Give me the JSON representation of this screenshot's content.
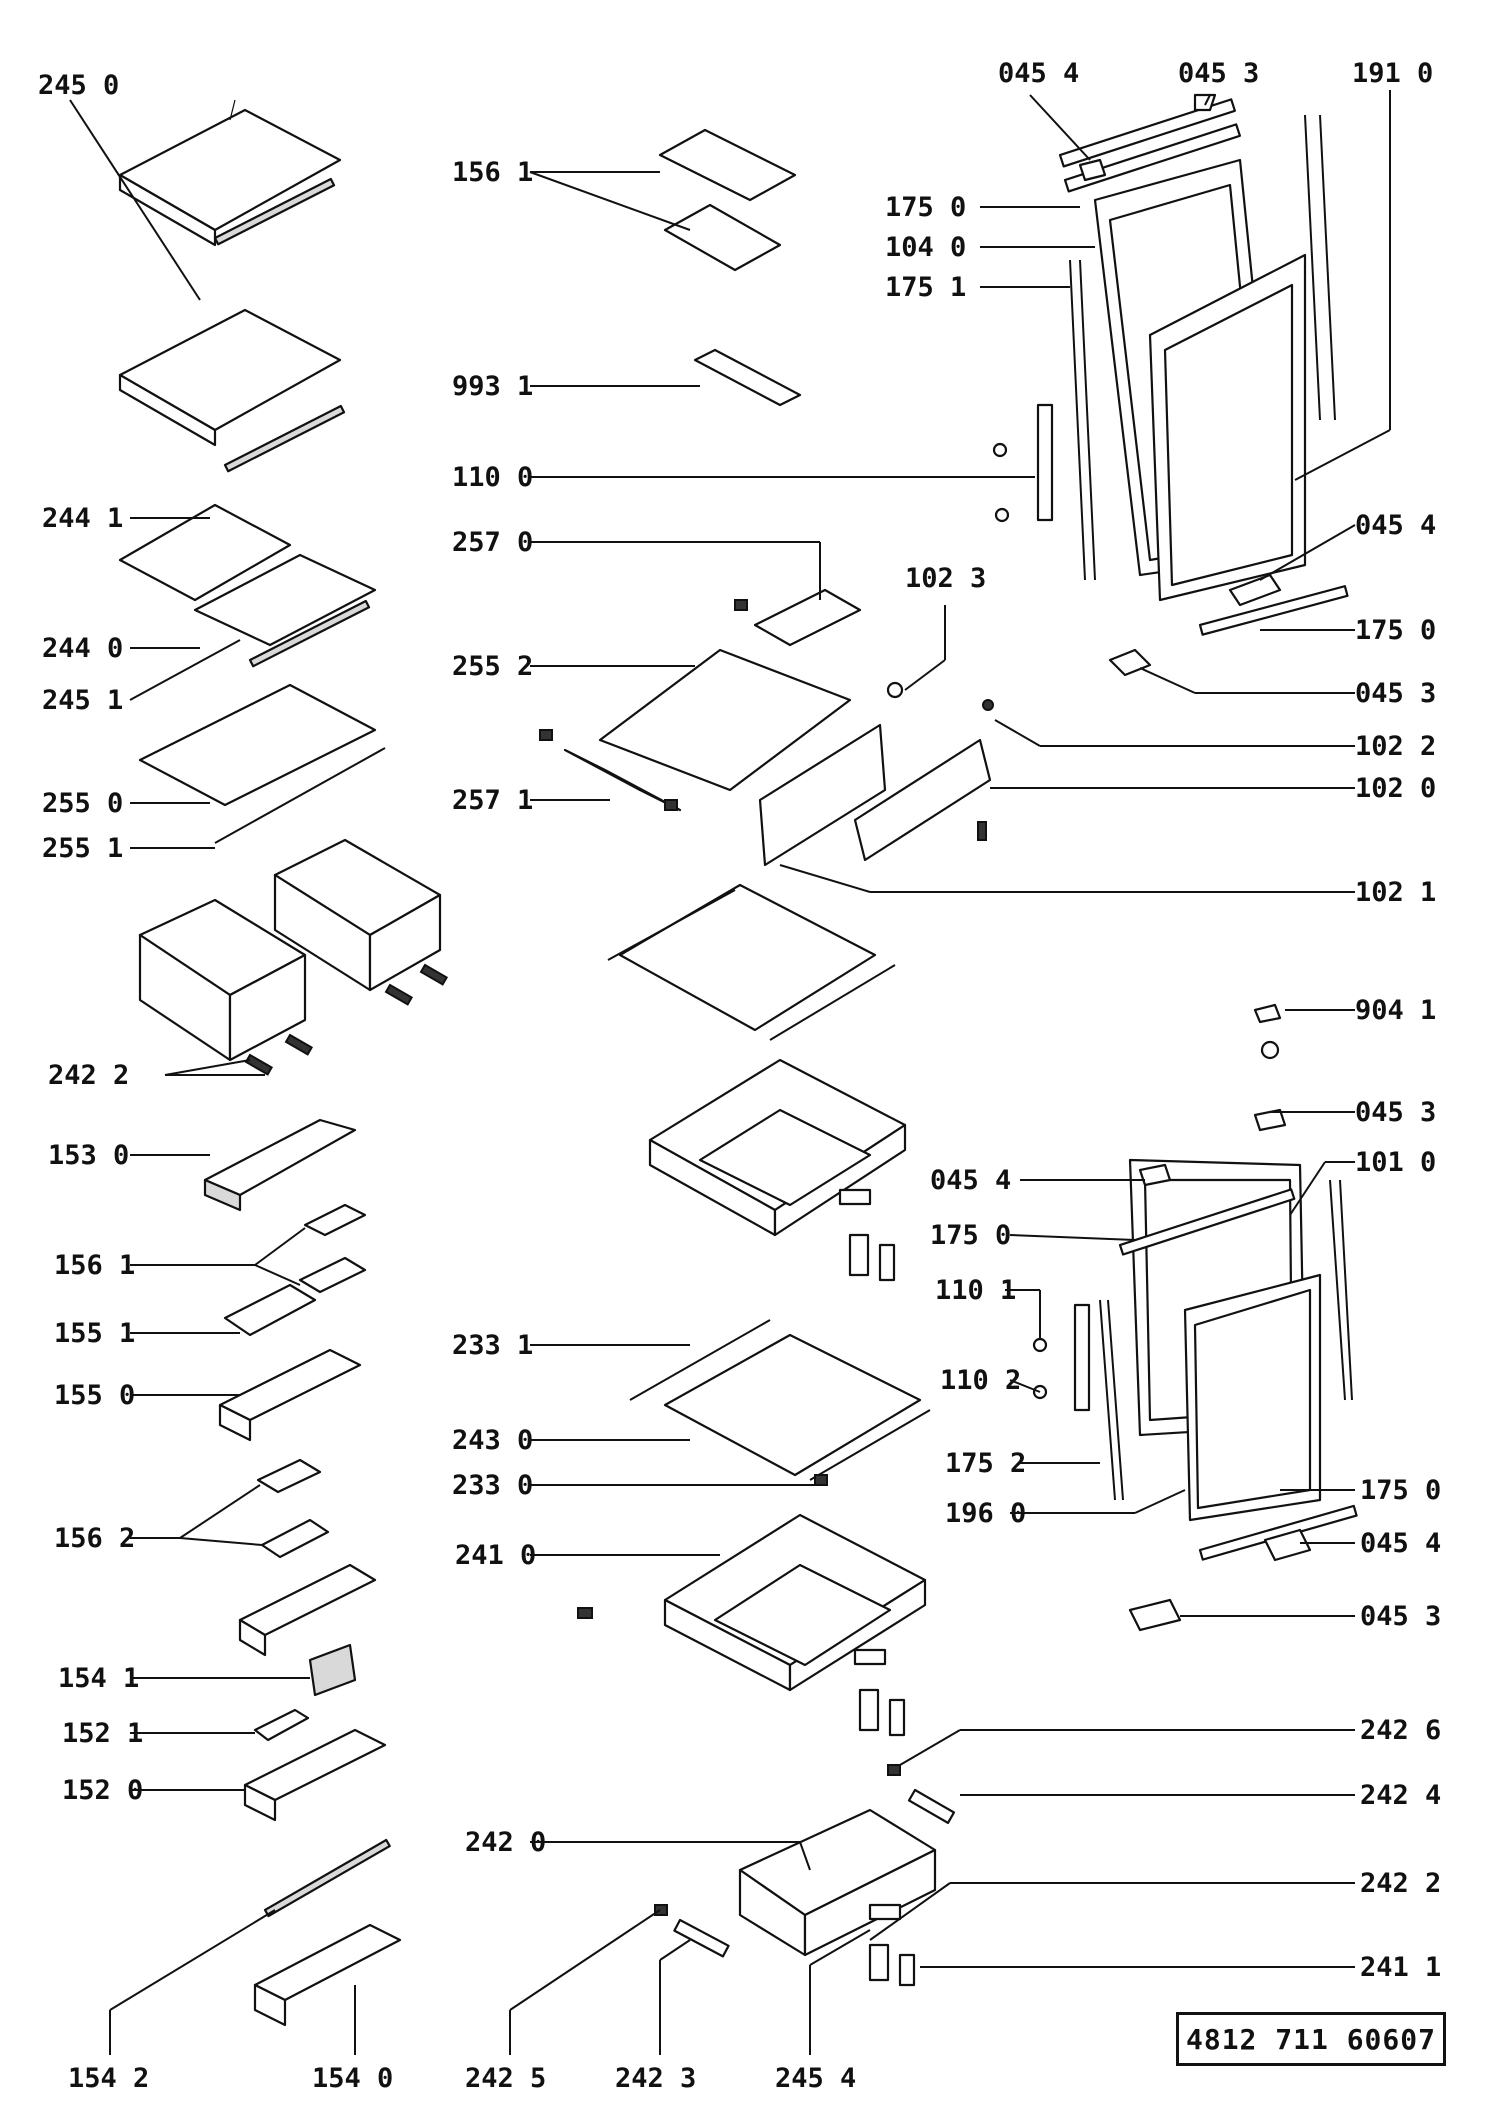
{
  "document_number": "4812 711 60607",
  "callouts": [
    {
      "id": "c01",
      "text": "245 0"
    },
    {
      "id": "c02",
      "text": "156 1"
    },
    {
      "id": "c03",
      "text": "045 4"
    },
    {
      "id": "c04",
      "text": "045 3"
    },
    {
      "id": "c05",
      "text": "191 0"
    },
    {
      "id": "c06",
      "text": "175 0"
    },
    {
      "id": "c07",
      "text": "104 0"
    },
    {
      "id": "c08",
      "text": "175 1"
    },
    {
      "id": "c09",
      "text": "993 1"
    },
    {
      "id": "c10",
      "text": "110 0"
    },
    {
      "id": "c11",
      "text": "244 1"
    },
    {
      "id": "c12",
      "text": "257 0"
    },
    {
      "id": "c13",
      "text": "045 4"
    },
    {
      "id": "c14",
      "text": "102 3"
    },
    {
      "id": "c15",
      "text": "244 0"
    },
    {
      "id": "c16",
      "text": "175 0"
    },
    {
      "id": "c17",
      "text": "255 2"
    },
    {
      "id": "c18",
      "text": "245 1"
    },
    {
      "id": "c19",
      "text": "045 3"
    },
    {
      "id": "c20",
      "text": "102 2"
    },
    {
      "id": "c21",
      "text": "255 0"
    },
    {
      "id": "c22",
      "text": "257 1"
    },
    {
      "id": "c23",
      "text": "102 0"
    },
    {
      "id": "c24",
      "text": "255 1"
    },
    {
      "id": "c25",
      "text": "102 1"
    },
    {
      "id": "c26",
      "text": "904 1"
    },
    {
      "id": "c27",
      "text": "242 2"
    },
    {
      "id": "c28",
      "text": "045 3"
    },
    {
      "id": "c29",
      "text": "153 0"
    },
    {
      "id": "c30",
      "text": "045 4"
    },
    {
      "id": "c31",
      "text": "101 0"
    },
    {
      "id": "c32",
      "text": "175 0"
    },
    {
      "id": "c33",
      "text": "156 1"
    },
    {
      "id": "c34",
      "text": "110 1"
    },
    {
      "id": "c35",
      "text": "155 1"
    },
    {
      "id": "c36",
      "text": "233 1"
    },
    {
      "id": "c37",
      "text": "155 0"
    },
    {
      "id": "c38",
      "text": "110 2"
    },
    {
      "id": "c39",
      "text": "243 0"
    },
    {
      "id": "c40",
      "text": "233 0"
    },
    {
      "id": "c41",
      "text": "175 2"
    },
    {
      "id": "c42",
      "text": "175 0"
    },
    {
      "id": "c43",
      "text": "196 0"
    },
    {
      "id": "c44",
      "text": "156 2"
    },
    {
      "id": "c45",
      "text": "241 0"
    },
    {
      "id": "c46",
      "text": "045 4"
    },
    {
      "id": "c47",
      "text": "045 3"
    },
    {
      "id": "c48",
      "text": "154 1"
    },
    {
      "id": "c49",
      "text": "152 1"
    },
    {
      "id": "c50",
      "text": "242 6"
    },
    {
      "id": "c51",
      "text": "152 0"
    },
    {
      "id": "c52",
      "text": "242 4"
    },
    {
      "id": "c53",
      "text": "242 0"
    },
    {
      "id": "c54",
      "text": "242 2"
    },
    {
      "id": "c55",
      "text": "241 1"
    },
    {
      "id": "c56",
      "text": "154 2"
    },
    {
      "id": "c57",
      "text": "154 0"
    },
    {
      "id": "c58",
      "text": "242 5"
    },
    {
      "id": "c59",
      "text": "242 3"
    },
    {
      "id": "c60",
      "text": "245 4"
    }
  ]
}
